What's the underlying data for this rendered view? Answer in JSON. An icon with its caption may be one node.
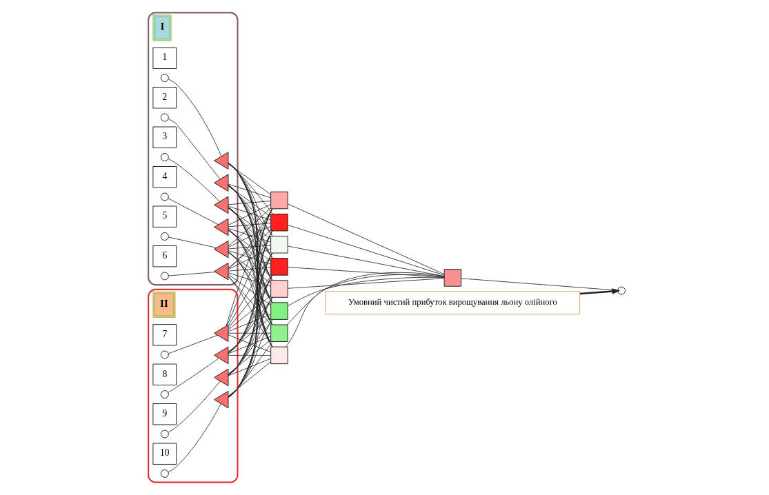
{
  "diagram": {
    "nodes": [
      {
        "text": [
          "I"
        ]
      },
      {
        "text": [
          "1"
        ],
        "in": 0
      },
      {
        "text": [],
        "shape": "circle",
        "in": 0
      },
      {
        "text": [],
        "shape": "triangle",
        "in": 0
      },
      {
        "text": [
          "2"
        ],
        "in": 0
      },
      {
        "text": [],
        "shape": "circle",
        "in": 0
      },
      {
        "text": [],
        "shape": "triangle",
        "in": 0
      },
      {
        "text": [
          "3"
        ],
        "in": 0
      },
      {
        "text": [],
        "shape": "circle",
        "in": 0
      },
      {
        "text": [],
        "shape": "triangle",
        "in": 0
      },
      {
        "text": [
          "4"
        ],
        "in": 0
      },
      {
        "text": [],
        "shape": "circle",
        "in": 0
      },
      {
        "text": [],
        "shape": "triangle",
        "in": 0
      },
      {
        "text": [
          "5"
        ],
        "in": 0
      },
      {
        "text": [],
        "shape": "circle",
        "in": 0
      },
      {
        "text": [],
        "shape": "triangle",
        "in": 0
      },
      {
        "text": [
          "6"
        ],
        "in": 0
      },
      {
        "text": [],
        "shape": "circle",
        "in": 0
      },
      {
        "text": [],
        "shape": "triangle",
        "in": 0
      },
      {
        "text": [
          "II"
        ]
      },
      {
        "text": [
          "7"
        ],
        "in": 19
      },
      {
        "text": [],
        "shape": "circle",
        "in": 19
      },
      {
        "text": [],
        "shape": "triangle",
        "in": 19
      },
      {
        "text": [
          "8"
        ],
        "in": 19
      },
      {
        "text": [],
        "shape": "circle",
        "in": 19
      },
      {
        "text": [],
        "shape": "triangle",
        "in": 19
      },
      {
        "text": [
          "9"
        ],
        "in": 19
      },
      {
        "text": [],
        "shape": "circle",
        "in": 19
      },
      {
        "text": [],
        "shape": "triangle",
        "in": 19
      },
      {
        "text": [
          "10"
        ],
        "in": 19
      },
      {
        "text": [],
        "shape": "circle",
        "in": 19
      },
      {
        "text": [],
        "shape": "triangle",
        "in": 19
      },
      {
        "text": [],
        "shape": "box"
      },
      {
        "text": [],
        "shape": "box"
      },
      {
        "text": [],
        "shape": "box"
      },
      {
        "text": [],
        "shape": "box"
      },
      {
        "text": [],
        "shape": "box"
      },
      {
        "text": [],
        "shape": "box"
      },
      {
        "text": [],
        "shape": "box"
      },
      {
        "text": [],
        "shape": "box"
      },
      {
        "text": [],
        "shape": "box"
      },
      {
        "text": [],
        "shape": "circle"
      },
      {
        "text": [
          "Умовний чистий прибуток вирощування льону олійного"
        ]
      }
    ],
    "edges": [
      {
        "from": 2,
        "to": 3,
        "arrow": "none"
      },
      {
        "from": 5,
        "to": 6,
        "arrow": "none"
      },
      {
        "from": 8,
        "to": 9,
        "arrow": "none"
      },
      {
        "from": 11,
        "to": 12,
        "arrow": "none"
      },
      {
        "from": 14,
        "to": 15,
        "arrow": "none"
      },
      {
        "from": 17,
        "to": 18,
        "arrow": "none"
      },
      {
        "from": 21,
        "to": 22,
        "arrow": "none"
      },
      {
        "from": 24,
        "to": 25,
        "arrow": "none"
      },
      {
        "from": 27,
        "to": 28,
        "arrow": "none"
      },
      {
        "from": 30,
        "to": 31,
        "arrow": "none"
      },
      {
        "from": 3,
        "to": 32,
        "arrow": "none"
      },
      {
        "from": 3,
        "to": 33,
        "arrow": "none"
      },
      {
        "from": 3,
        "to": 34,
        "arrow": "none"
      },
      {
        "from": 3,
        "to": 35,
        "arrow": "none"
      },
      {
        "from": 3,
        "to": 36,
        "arrow": "none"
      },
      {
        "from": 3,
        "to": 37,
        "arrow": "none"
      },
      {
        "from": 3,
        "to": 38,
        "arrow": "none"
      },
      {
        "from": 3,
        "to": 39,
        "arrow": "none"
      },
      {
        "from": 6,
        "to": 32,
        "arrow": "none"
      },
      {
        "from": 6,
        "to": 33,
        "arrow": "none"
      },
      {
        "from": 6,
        "to": 34,
        "arrow": "none"
      },
      {
        "from": 6,
        "to": 35,
        "arrow": "none"
      },
      {
        "from": 6,
        "to": 36,
        "arrow": "none"
      },
      {
        "from": 6,
        "to": 37,
        "arrow": "none"
      },
      {
        "from": 6,
        "to": 38,
        "arrow": "none"
      },
      {
        "from": 6,
        "to": 39,
        "arrow": "none"
      },
      {
        "from": 9,
        "to": 32,
        "arrow": "none"
      },
      {
        "from": 9,
        "to": 33,
        "arrow": "none"
      },
      {
        "from": 9,
        "to": 34,
        "arrow": "none"
      },
      {
        "from": 9,
        "to": 35,
        "arrow": "none"
      },
      {
        "from": 9,
        "to": 36,
        "arrow": "none"
      },
      {
        "from": 9,
        "to": 37,
        "arrow": "none"
      },
      {
        "from": 9,
        "to": 38,
        "arrow": "none"
      },
      {
        "from": 9,
        "to": 39,
        "arrow": "none"
      },
      {
        "from": 12,
        "to": 32,
        "arrow": "none"
      },
      {
        "from": 12,
        "to": 33,
        "arrow": "none"
      },
      {
        "from": 12,
        "to": 34,
        "arrow": "none"
      },
      {
        "from": 12,
        "to": 35,
        "arrow": "none"
      },
      {
        "from": 12,
        "to": 36,
        "arrow": "none"
      },
      {
        "from": 12,
        "to": 37,
        "arrow": "none"
      },
      {
        "from": 12,
        "to": 38,
        "arrow": "none"
      },
      {
        "from": 12,
        "to": 39,
        "arrow": "none"
      },
      {
        "from": 15,
        "to": 32,
        "arrow": "none"
      },
      {
        "from": 15,
        "to": 33,
        "arrow": "none"
      },
      {
        "from": 15,
        "to": 34,
        "arrow": "none"
      },
      {
        "from": 15,
        "to": 35,
        "arrow": "none"
      },
      {
        "from": 15,
        "to": 36,
        "arrow": "none"
      },
      {
        "from": 15,
        "to": 37,
        "arrow": "none"
      },
      {
        "from": 15,
        "to": 38,
        "arrow": "none"
      },
      {
        "from": 15,
        "to": 39,
        "arrow": "none"
      },
      {
        "from": 18,
        "to": 32,
        "arrow": "none"
      },
      {
        "from": 18,
        "to": 33,
        "arrow": "none"
      },
      {
        "from": 18,
        "to": 34,
        "arrow": "none"
      },
      {
        "from": 18,
        "to": 35,
        "arrow": "none"
      },
      {
        "from": 18,
        "to": 36,
        "arrow": "none"
      },
      {
        "from": 18,
        "to": 37,
        "arrow": "none"
      },
      {
        "from": 18,
        "to": 38,
        "arrow": "none"
      },
      {
        "from": 18,
        "to": 39,
        "arrow": "none"
      },
      {
        "from": 22,
        "to": 32,
        "arrow": "none"
      },
      {
        "from": 22,
        "to": 33,
        "arrow": "none"
      },
      {
        "from": 22,
        "to": 34,
        "arrow": "none"
      },
      {
        "from": 22,
        "to": 35,
        "arrow": "none"
      },
      {
        "from": 22,
        "to": 36,
        "arrow": "none"
      },
      {
        "from": 22,
        "to": 37,
        "arrow": "none"
      },
      {
        "from": 22,
        "to": 38,
        "arrow": "none"
      },
      {
        "from": 22,
        "to": 39,
        "arrow": "none"
      },
      {
        "from": 25,
        "to": 32,
        "arrow": "none"
      },
      {
        "from": 25,
        "to": 33,
        "arrow": "none"
      },
      {
        "from": 25,
        "to": 34,
        "arrow": "none"
      },
      {
        "from": 25,
        "to": 35,
        "arrow": "none"
      },
      {
        "from": 25,
        "to": 36,
        "arrow": "none"
      },
      {
        "from": 25,
        "to": 37,
        "arrow": "none"
      },
      {
        "from": 25,
        "to": 38,
        "arrow": "none"
      },
      {
        "from": 25,
        "to": 39,
        "arrow": "none"
      },
      {
        "from": 28,
        "to": 32,
        "arrow": "none"
      },
      {
        "from": 28,
        "to": 33,
        "arrow": "none"
      },
      {
        "from": 28,
        "to": 34,
        "arrow": "none"
      },
      {
        "from": 28,
        "to": 35,
        "arrow": "none"
      },
      {
        "from": 28,
        "to": 36,
        "arrow": "none"
      },
      {
        "from": 28,
        "to": 37,
        "arrow": "none"
      },
      {
        "from": 28,
        "to": 38,
        "arrow": "none"
      },
      {
        "from": 28,
        "to": 39,
        "arrow": "none"
      },
      {
        "from": 31,
        "to": 32,
        "arrow": "none"
      },
      {
        "from": 31,
        "to": 33,
        "arrow": "none"
      },
      {
        "from": 31,
        "to": 34,
        "arrow": "none"
      },
      {
        "from": 31,
        "to": 35,
        "arrow": "none"
      },
      {
        "from": 31,
        "to": 36,
        "arrow": "none"
      },
      {
        "from": 31,
        "to": 37,
        "arrow": "none"
      },
      {
        "from": 31,
        "to": 38,
        "arrow": "none"
      },
      {
        "from": 31,
        "to": 39,
        "arrow": "none"
      },
      {
        "from": 32,
        "to": 40,
        "arrow": "none"
      },
      {
        "from": 33,
        "to": 40,
        "arrow": "none"
      },
      {
        "from": 34,
        "to": 40,
        "arrow": "none"
      },
      {
        "from": 35,
        "to": 40,
        "arrow": "none"
      },
      {
        "from": 36,
        "to": 40,
        "arrow": "none"
      },
      {
        "from": 37,
        "to": 40,
        "arrow": "none"
      },
      {
        "from": 38,
        "to": 40,
        "arrow": "none"
      },
      {
        "from": 39,
        "to": 40,
        "arrow": "none"
      },
      {
        "from": 40,
        "to": 41,
        "arrow": "none"
      },
      {
        "from": 42,
        "to": 41,
        "arrow": "to",
        "style": "thick"
      }
    ]
  }
}
